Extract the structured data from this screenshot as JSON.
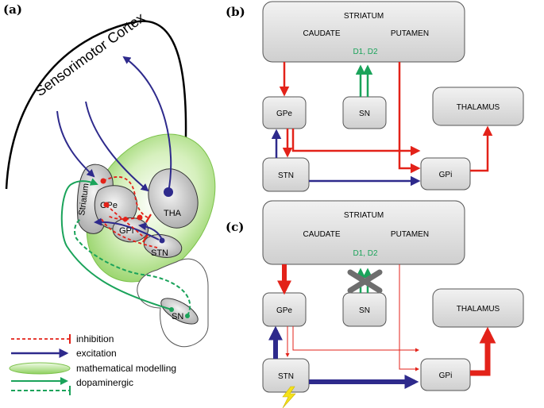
{
  "colors": {
    "inhibition": "#e32219",
    "excitation": "#2e2a8c",
    "dopaminergic": "#1aa35a",
    "modelling": "#a9e07a",
    "box_fill": "#dcdcdc",
    "lightning": "#f4e11a"
  },
  "panel_a": {
    "label": "(a)",
    "cortex_label": "Sensorimotor Cortex",
    "regions": {
      "striatum": "Striatum",
      "gpe": "GPe",
      "gpi": "GPi",
      "tha": "THA",
      "stn": "STN",
      "sn": "SN"
    },
    "legend": {
      "inhibition": "inhibition",
      "excitation": "excitation",
      "modelling": "mathematical modelling",
      "dopaminergic": "dopaminergic"
    }
  },
  "panel_b": {
    "label": "(b)",
    "striatum_title": "STRIATUM",
    "caudate": "CAUDATE",
    "putamen": "PUTAMEN",
    "receptors": "D1, D2",
    "gpe": "GPe",
    "sn": "SN",
    "thalamus": "THALAMUS",
    "stn": "STN",
    "gpi": "GPi"
  },
  "panel_c": {
    "label": "(c)",
    "striatum_title": "STRIATUM",
    "caudate": "CAUDATE",
    "putamen": "PUTAMEN",
    "receptors": "D1, D2",
    "gpe": "GPe",
    "sn": "SN",
    "thalamus": "THALAMUS",
    "stn": "STN",
    "gpi": "GPi",
    "lesion_icon": "x-cross-icon",
    "stimulation_icon": "lightning-bolt-icon"
  }
}
